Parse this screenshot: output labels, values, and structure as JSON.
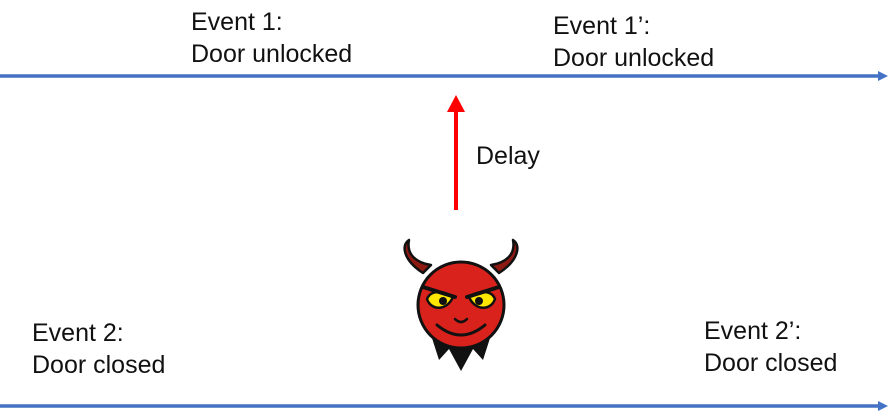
{
  "events": {
    "event1": {
      "title": "Event 1:",
      "desc": "Door unlocked"
    },
    "event1_prime": {
      "title": "Event 1’:",
      "desc": "Door unlocked"
    },
    "event2": {
      "title": "Event 2:",
      "desc": "Door closed"
    },
    "event2_prime": {
      "title": "Event 2’:",
      "desc": "Door closed"
    }
  },
  "delay_label": "Delay",
  "icons": {
    "attacker": "devil-face-icon"
  },
  "colors": {
    "timeline": "#4472C4",
    "delay_arrow": "#FF0000",
    "devil_face": "#D9221C",
    "devil_horn": "#8E1812",
    "devil_eye": "#FFE600",
    "devil_beard": "#111111",
    "text": "#111111"
  }
}
